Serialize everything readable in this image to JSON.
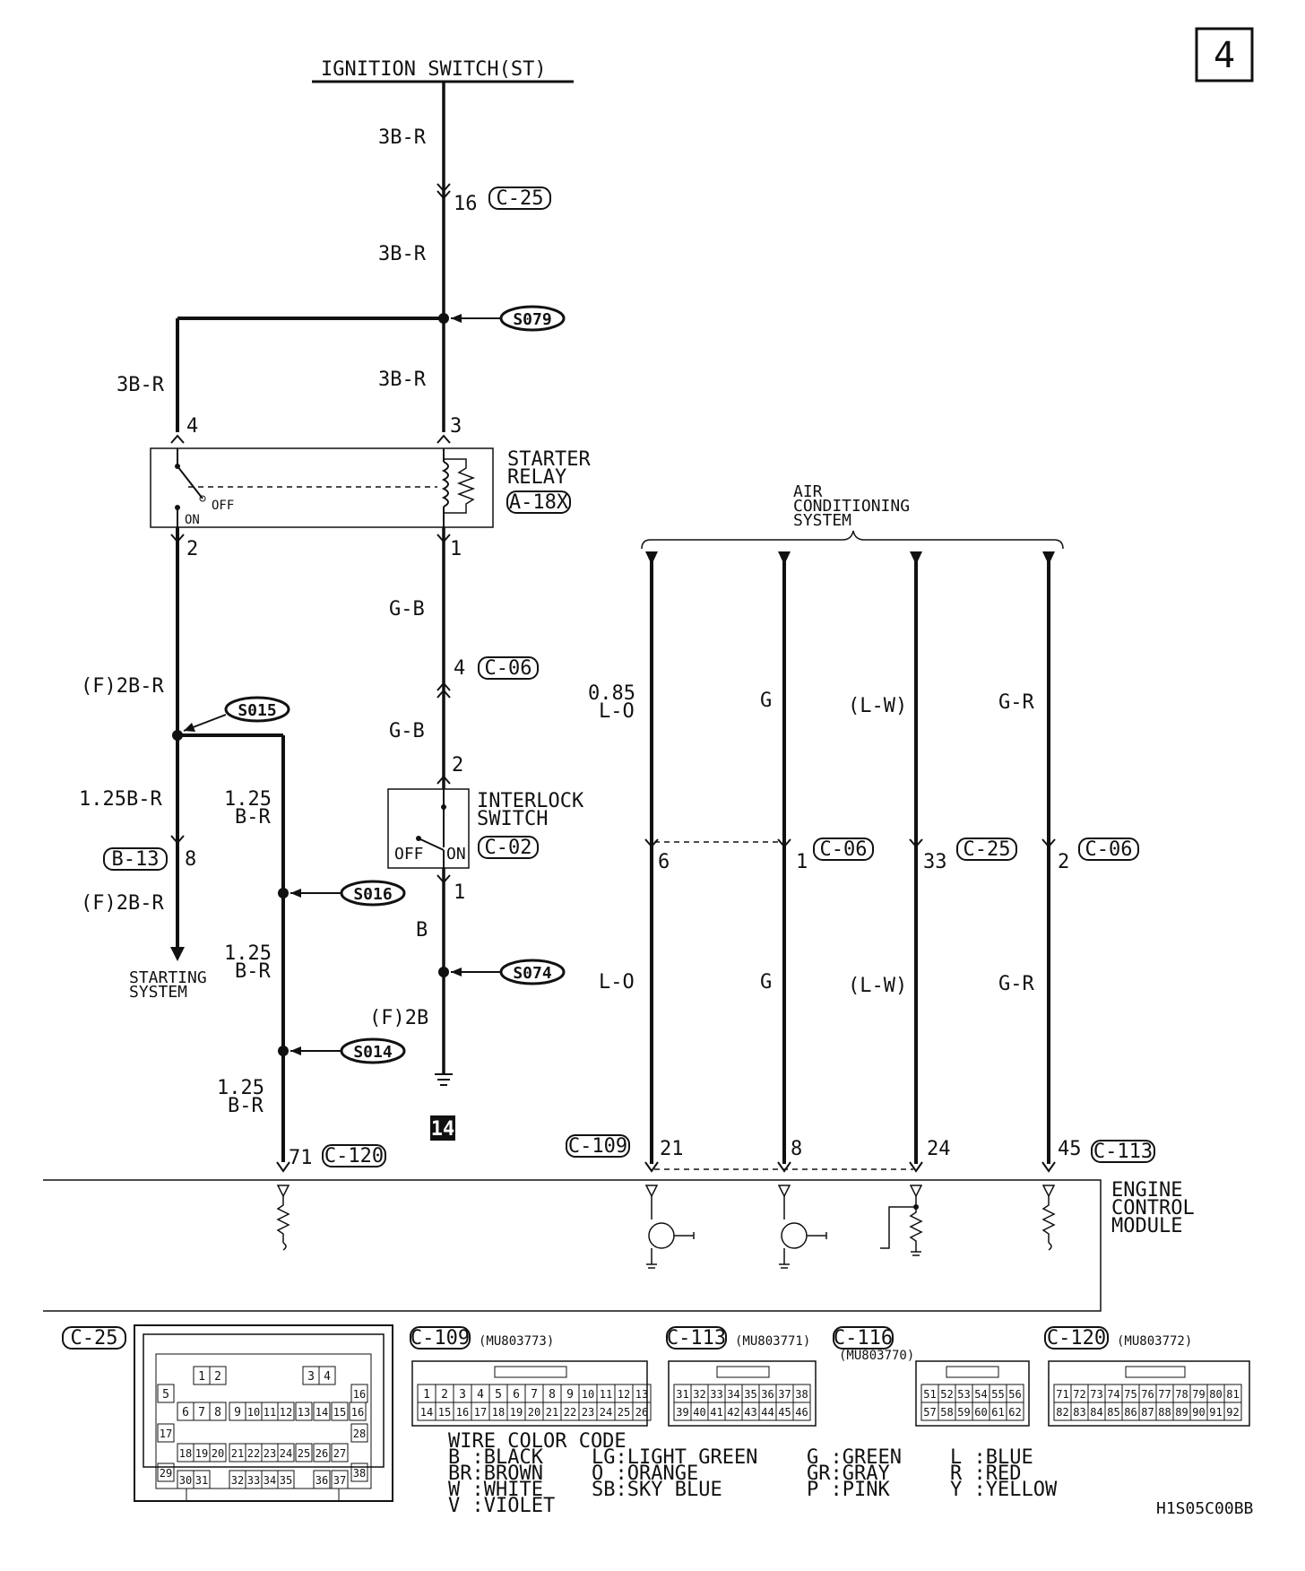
{
  "page": {
    "page_number": "4",
    "code": "H1S05C00BB"
  },
  "labels": {
    "ignition": "IGNITION SWITCH(ST)",
    "wire_3br": "3B-R",
    "wire_gb": "G-B",
    "wire_b": "B",
    "wire_f2b": "(F)2B",
    "wire_f2br": "(F)2B-R",
    "wire_125br_inline": "1.25B-R",
    "wire_125": "1.25",
    "wire_br": "B-R",
    "wire_085": "0.85",
    "wire_lo": "L-O",
    "wire_g": "G",
    "wire_lw": "(L-W)",
    "wire_gr": "G-R",
    "starter_1": "STARTER",
    "starter_2": "RELAY",
    "interlock_1": "INTERLOCK",
    "interlock_2": "SWITCH",
    "off": "OFF",
    "on": "ON",
    "starting_1": "STARTING",
    "starting_2": "SYSTEM",
    "ac_1": "AIR",
    "ac_2": "CONDITIONING",
    "ac_3": "SYSTEM",
    "ecm_1": "ENGINE",
    "ecm_2": "CONTROL",
    "ecm_3": "MODULE",
    "ground_ref": "14"
  },
  "pins": {
    "p16": "16",
    "p4": "4",
    "p3": "3",
    "p2": "2",
    "p1": "1",
    "p8": "8",
    "p6": "6",
    "p33": "33",
    "p71": "71",
    "p21": "21",
    "p24": "24",
    "p45": "45"
  },
  "connectors": {
    "c25": "C-25",
    "c06": "C-06",
    "a18x": "A-18X",
    "c02": "C-02",
    "b13": "B-13",
    "c120": "C-120",
    "c109": "C-109",
    "c113": "C-113",
    "c116": "C-116"
  },
  "splices": {
    "s079": "S079",
    "s015": "S015",
    "s016": "S016",
    "s074": "S074",
    "s014": "S014"
  },
  "part_numbers": {
    "c109": "(MU803773)",
    "c113": "(MU803771)",
    "c116": "(MU803770)",
    "c120": "(MU803772)"
  },
  "connector_pins": {
    "c25_rows": [
      [
        "1",
        "2",
        "3",
        "4"
      ],
      [
        "5",
        "6",
        "7",
        "8",
        "9",
        "10",
        "11",
        "12",
        "13",
        "14",
        "15",
        "16"
      ],
      [
        "17",
        "28"
      ],
      [
        "18",
        "19",
        "20",
        "21",
        "22",
        "23",
        "24",
        "25",
        "26",
        "27"
      ],
      [
        "29",
        "38"
      ],
      [
        "30",
        "31",
        "32",
        "33",
        "34",
        "35",
        "36",
        "37"
      ]
    ],
    "c109_rows": [
      [
        "1",
        "2",
        "3",
        "4",
        "5",
        "6",
        "7",
        "8",
        "9",
        "10",
        "11",
        "12",
        "13"
      ],
      [
        "14",
        "15",
        "16",
        "17",
        "18",
        "19",
        "20",
        "21",
        "22",
        "23",
        "24",
        "25",
        "26"
      ]
    ],
    "c113_rows": [
      [
        "31",
        "32",
        "33",
        "34",
        "35",
        "36",
        "37",
        "38"
      ],
      [
        "39",
        "40",
        "41",
        "42",
        "43",
        "44",
        "45",
        "46"
      ]
    ],
    "c116_rows": [
      [
        "51",
        "52",
        "53",
        "54",
        "55",
        "56"
      ],
      [
        "57",
        "58",
        "59",
        "60",
        "61",
        "62"
      ]
    ],
    "c120_rows": [
      [
        "71",
        "72",
        "73",
        "74",
        "75",
        "76",
        "77",
        "78",
        "79",
        "80",
        "81"
      ],
      [
        "82",
        "83",
        "84",
        "85",
        "86",
        "87",
        "88",
        "89",
        "90",
        "91",
        "92"
      ]
    ]
  },
  "legend": {
    "title": "WIRE COLOR CODE",
    "entries": [
      "B :BLACK",
      "LG:LIGHT GREEN",
      "G :GREEN",
      "L :BLUE",
      "BR:BROWN",
      "O :ORANGE",
      "GR:GRAY",
      "R :RED",
      "W :WHITE",
      "SB:SKY BLUE",
      "P :PINK",
      "Y :YELLOW",
      "V :VIOLET"
    ]
  }
}
